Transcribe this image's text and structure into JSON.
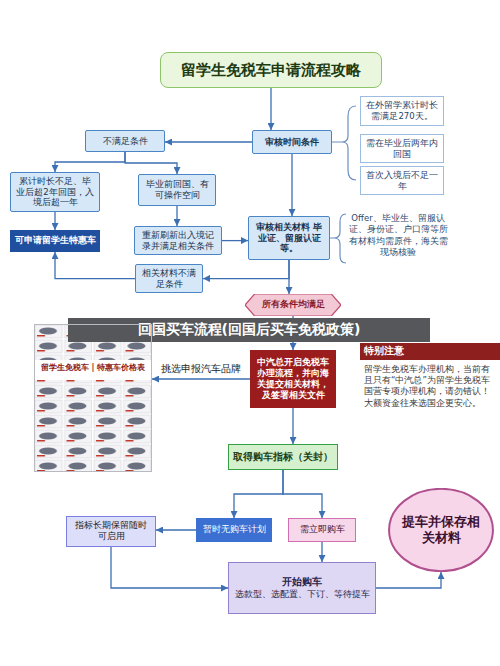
{
  "diagram": {
    "nodes": [
      {
        "text": [
          "留学生免税车申请流程攻略"
        ]
      },
      {
        "text": [
          "审核时间条件"
        ]
      },
      {
        "text": [
          "在外留学累计时长需满足270天。"
        ]
      },
      {
        "text": [
          "需在毕业后两年内回国"
        ]
      },
      {
        "text": [
          "首次入境后不足一年"
        ]
      },
      {
        "text": [
          "不满足条件"
        ]
      },
      {
        "text": [
          "累计时长不足、毕业后超2年回国，入境后超一年"
        ]
      },
      {
        "text": [
          "毕业前回国、有可操作空间"
        ]
      },
      {
        "text": [
          "可申请留学生特惠车"
        ]
      },
      {
        "text": [
          "重新刷新出入境记录并满足相关条件"
        ]
      },
      {
        "text": [
          "审核相关材料 毕业证、留服认证等。"
        ]
      },
      {
        "text": [
          "相关材料不满足条件"
        ]
      },
      {
        "text": [
          "所有条件均满足"
        ]
      },
      {
        "text": [
          "回国买车流程(回国后买车免税政策)"
        ]
      },
      {
        "text": [
          "留学生免税车 | 特惠车价格表"
        ]
      },
      {
        "text": [
          "中汽总开启免税车办理流程，并向海关提交相关材料，及签署相关文件"
        ]
      },
      {
        "text": [
          "特别注意",
          "留学生免税车办理机构，当前有且只有“中汽总”为留学生免税车国营专项办理机构，请勿错认！大额资金往来选国企更安心。"
        ]
      },
      {
        "text": [
          "取得购车指标（关封）"
        ]
      },
      {
        "text": [
          "暂时无购车计划"
        ]
      },
      {
        "text": [
          "需立即购车"
        ]
      },
      {
        "text": [
          "指标长期保留随时可启用"
        ]
      },
      {
        "text": [
          "提车并保存相关材料"
        ]
      },
      {
        "text": [
          "开始购车",
          "选款型、选配置、下订、等待提车"
        ]
      }
    ],
    "edges": [
      {
        "from": 0,
        "to": 1,
        "arrow": "to"
      },
      {
        "from": 1,
        "to": 5,
        "arrow": "to"
      },
      {
        "from": 5,
        "to": 6,
        "arrow": "to"
      },
      {
        "from": 5,
        "to": 7,
        "arrow": "to"
      },
      {
        "from": 6,
        "to": 8,
        "arrow": "to"
      },
      {
        "from": 7,
        "to": 9,
        "arrow": "to"
      },
      {
        "from": 9,
        "to": 10,
        "arrow": "to"
      },
      {
        "from": 1,
        "to": 10,
        "arrow": "to"
      },
      {
        "from": 10,
        "to": 11,
        "arrow": "to"
      },
      {
        "from": 10,
        "to": 12,
        "arrow": "to"
      },
      {
        "from": 11,
        "to": 8,
        "arrow": "to"
      },
      {
        "from": 12,
        "to": 15,
        "arrow": "to"
      },
      {
        "from": 15,
        "to": 14,
        "label": "挑选申报汽车品牌",
        "arrow": "to"
      },
      {
        "from": 15,
        "to": 17,
        "arrow": "to"
      },
      {
        "from": 17,
        "to": 18,
        "arrow": "to"
      },
      {
        "from": 17,
        "to": 19,
        "arrow": "to"
      },
      {
        "from": 18,
        "to": 20,
        "arrow": "to"
      },
      {
        "from": 19,
        "to": 22,
        "arrow": "to"
      },
      {
        "from": 22,
        "to": 21,
        "arrow": "to"
      },
      {
        "from": 20,
        "to": 22,
        "arrow": "to"
      }
    ],
    "labels": [
      "Offer、毕业生、留服认证、身份证、户口簿等所有材料均需原件，海关需现场核验"
    ]
  }
}
